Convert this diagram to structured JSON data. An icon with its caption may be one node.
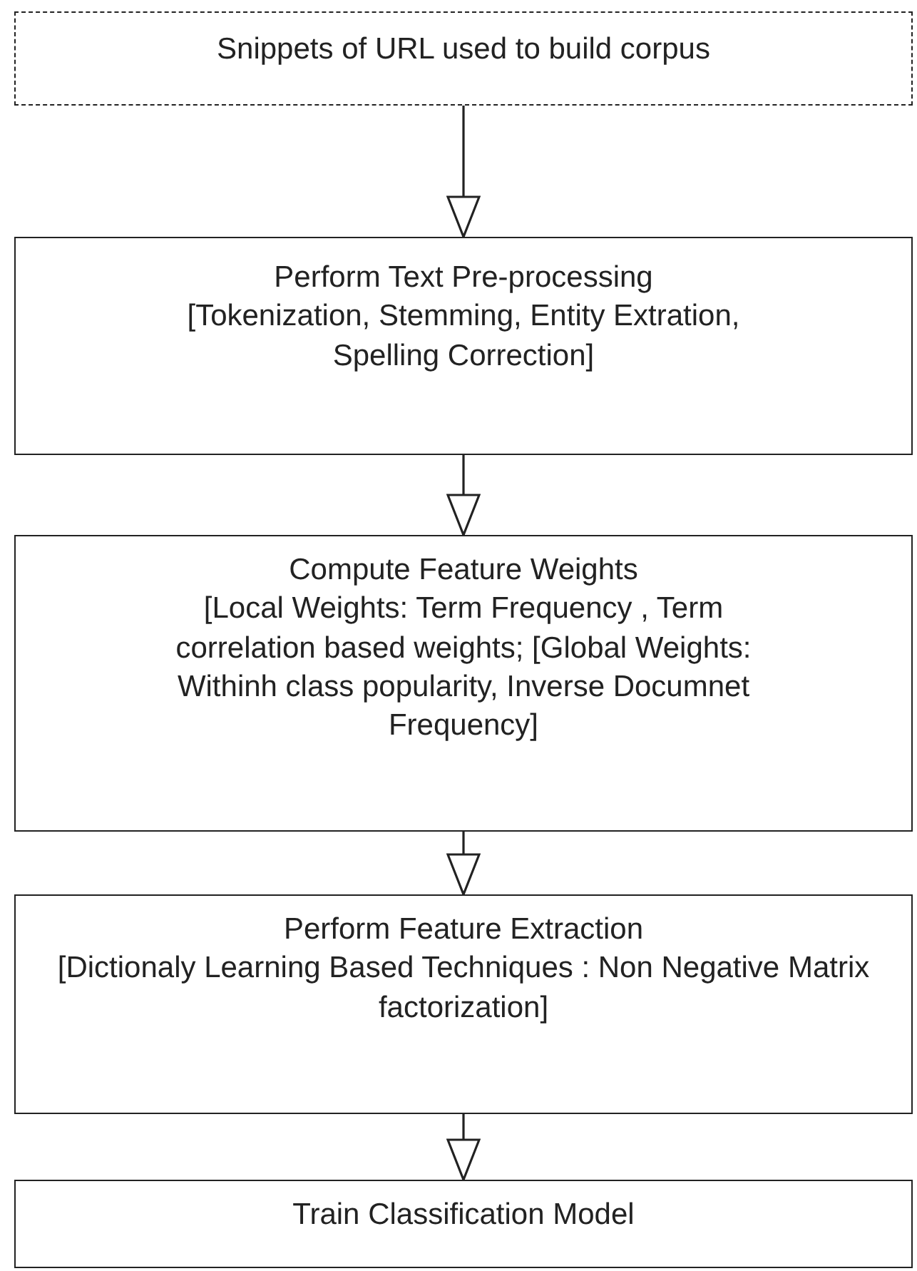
{
  "diagram": {
    "nodes": [
      {
        "text": [
          "Snippets of URL  used to build corpus"
        ]
      },
      {
        "text": [
          "Perform Text Pre-processing",
          "[Tokenization, Stemming, Entity Extration, Spelling Correction]"
        ]
      },
      {
        "text": [
          "Compute Feature Weights",
          "[Local Weights: Term Frequency , Term correlation based weights; [Global Weights: Withinh class popularity, Inverse Documnet Frequency]"
        ]
      },
      {
        "text": [
          "Perform Feature Extraction",
          "[Dictionaly Learning Based Techniques : Non Negative Matrix factorization]"
        ]
      },
      {
        "text": [
          "Train Classification Model"
        ]
      }
    ],
    "edges": [
      {
        "from": 0,
        "to": 1,
        "arrow": "to"
      },
      {
        "from": 1,
        "to": 2,
        "arrow": "to"
      },
      {
        "from": 2,
        "to": 3,
        "arrow": "to"
      },
      {
        "from": 3,
        "to": 4,
        "arrow": "to"
      }
    ]
  }
}
